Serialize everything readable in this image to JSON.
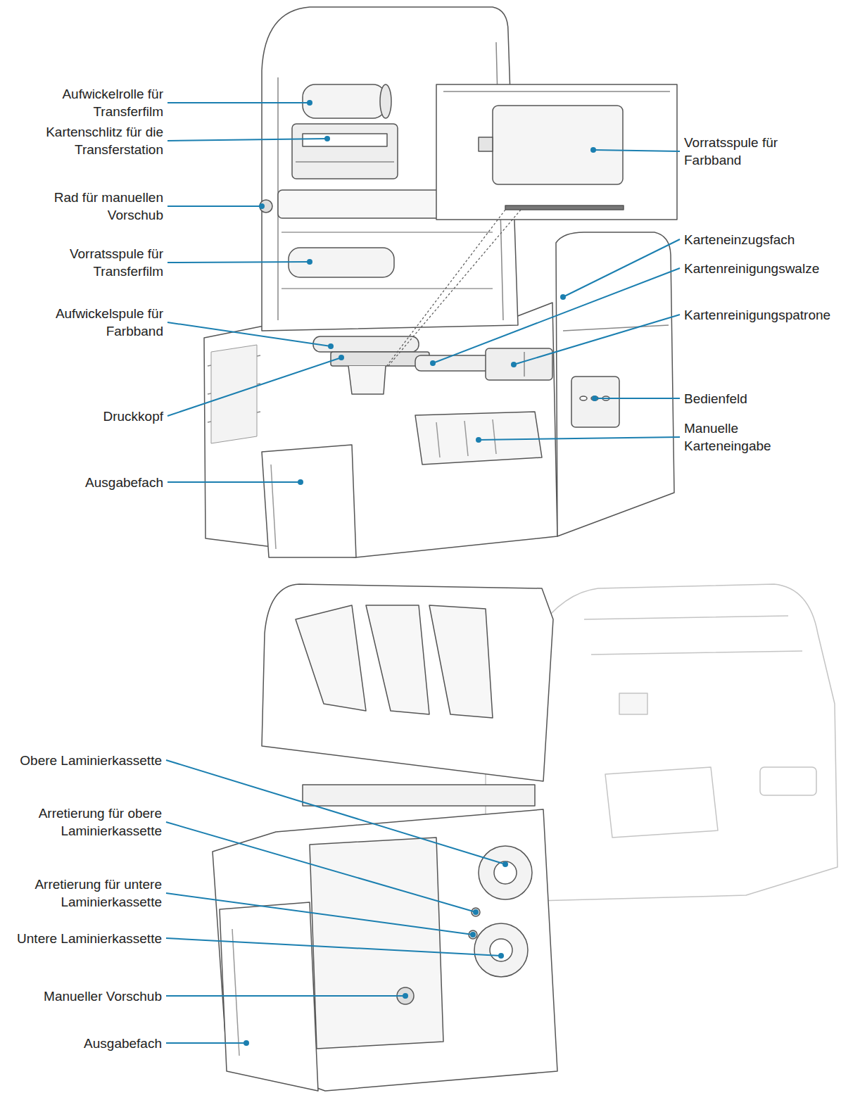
{
  "diagram": {
    "labels": [
      "Aufwickelrolle für Transferfilm",
      "Kartenschlitz für die Transferstation",
      "Rad für manuellen Vorschub",
      "Vorratsspule für Transferfilm",
      "Aufwickelspule für Farbband",
      "Druckkopf",
      "Ausgabefach",
      "Vorratsspule für Farbband",
      "Karteneinzugsfach",
      "Kartenreinigungswalze",
      "Kartenreinigungspatrone",
      "Bedienfeld",
      "Manuelle Karteneingabe",
      "Obere Laminierkassette",
      "Arretierung für obere Laminierkassette",
      "Arretierung für untere Laminierkassette",
      "Untere Laminierkassette",
      "Manueller Vorschub",
      "Ausgabefach"
    ]
  }
}
